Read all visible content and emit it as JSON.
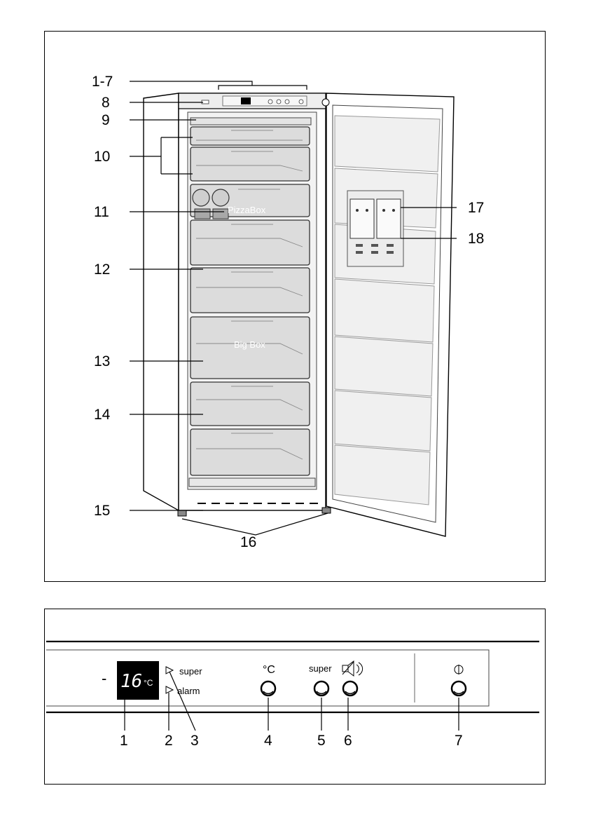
{
  "top_callouts": [
    {
      "id": "c1-7",
      "text": "1-7"
    },
    {
      "id": "c8",
      "text": "8"
    },
    {
      "id": "c9",
      "text": "9"
    },
    {
      "id": "c10",
      "text": "10"
    },
    {
      "id": "c11",
      "text": "11"
    },
    {
      "id": "c12",
      "text": "12"
    },
    {
      "id": "c13",
      "text": "13"
    },
    {
      "id": "c14",
      "text": "14"
    },
    {
      "id": "c15",
      "text": "15"
    },
    {
      "id": "c16",
      "text": "16"
    },
    {
      "id": "c17",
      "text": "17"
    },
    {
      "id": "c18",
      "text": "18"
    }
  ],
  "drawer_labels": {
    "pizza": "PizzaBox",
    "big": "Big Box"
  },
  "control_panel": {
    "display_minus": "-",
    "display_value": "16",
    "display_unit": "°C",
    "indicator_super": "super",
    "indicator_alarm": "alarm",
    "button_temp_label": "°C",
    "button_super_label": "super",
    "button_alarm_icon": "alarm-mute-icon",
    "button_power_icon": "power-icon"
  },
  "bottom_callouts": [
    "1",
    "2",
    "3",
    "4",
    "5",
    "6",
    "7"
  ],
  "colors": {
    "display_bg": "#000000",
    "drawer_fill": "#dcdcdc",
    "cabinet_fill": "#ffffff"
  }
}
